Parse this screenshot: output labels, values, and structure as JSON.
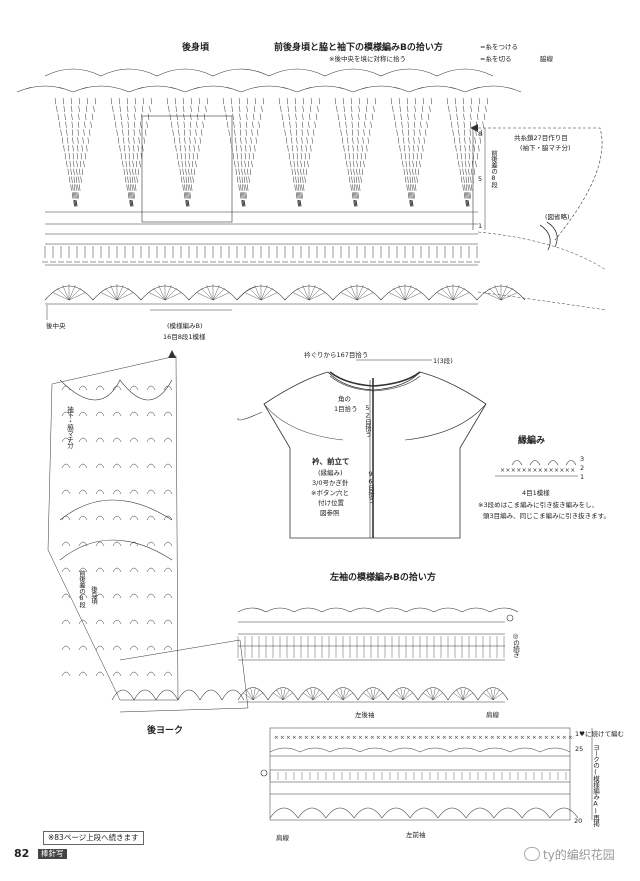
{
  "titles": {
    "back_body": "後身頃",
    "pickup_main": "前後身頃と脇と袖下の模様編みBの拾い方",
    "left_sleeve": "左袖の模様編みBの拾い方",
    "edge": "縁編み",
    "back_yoke": "後ヨーク"
  },
  "legend": {
    "attach": "=糸をつける",
    "cut": "=糸を切る",
    "side_line": "脇線",
    "symmetric": "※後中央を境に対称に拾う"
  },
  "top_labels": {
    "shared_chain": "共糸鎖27目作り目",
    "shared_chain_sub": "(袖下・脇マチ分)",
    "omitted": "(図省略)",
    "front_back_diff": "前後差の",
    "rows8": "8段",
    "back_center": "後中央",
    "pattern_b": "(模様編みB)",
    "pattern_b_count": "16目8段1模様",
    "mark_8": "8",
    "mark_5": "5",
    "mark_1": "1"
  },
  "cardigan": {
    "collar_pickup": "衿ぐりから167目拾う",
    "rows3": "1(3段)",
    "corner": "角の",
    "corner2": "1目拾う",
    "count52": "52目",
    "pick": "拾う",
    "collar_band": "衿、前立て",
    "edge_paren": "(縁編み)",
    "hook": "3/0号かぎ針",
    "button": "※ボタン穴と",
    "button2": "付け位置",
    "ref": "図参照",
    "count96": "96目",
    "pick2": "拾う"
  },
  "edging": {
    "row3": "3",
    "row2": "2",
    "row1": "1",
    "repeat": "4目1模様",
    "note1": "※3段めはこま編みに引き抜き編みをし、",
    "note2": "頭3目編み、同じこま編みに引き抜きます。"
  },
  "yoke": {
    "side_gusset": "袖下・脇マチ分",
    "body_label": "後身頃",
    "diff": "前後差の8段",
    "continue": "◎の続き"
  },
  "sleeve": {
    "left_back_sleeve": "左後袖",
    "shoulder_line": "肩線",
    "yoke_pattern": "ヨークの(模様編みA)再掲",
    "continue_note": "1♥に続けて編む",
    "mark25": "25",
    "mark20": "20",
    "left_front_sleeve": "左前袖",
    "shoulder_line2": "肩線"
  },
  "footer": {
    "continue_note": "※83ページ上段へ続きます",
    "page_number": "82",
    "magazine": "棒針写",
    "watermark": "ty的编织花园"
  }
}
